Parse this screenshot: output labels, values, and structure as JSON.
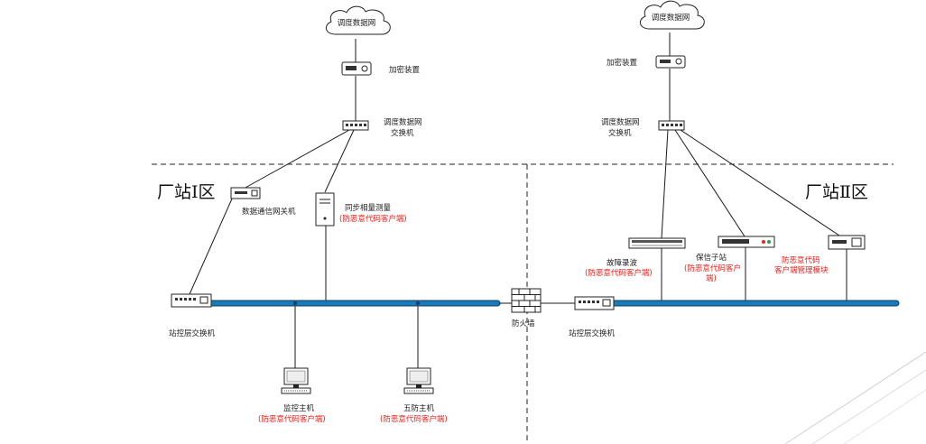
{
  "colors": {
    "bus": "#1c79b8",
    "annotation_red": "#e8231c",
    "line": "#1a1a1a"
  },
  "left": {
    "cloud_label": "调度数据网",
    "encrypt_label": "加密装置",
    "dispatch_switch_label": [
      "调度数据网",
      "交换机"
    ],
    "zone_label": "厂站Ⅰ区",
    "gateway_label": "数据通信网关机",
    "pmu_label": "同步相量测量",
    "pmu_note": "(防恶意代码客户端)",
    "station_switch_label": "站控层交换机",
    "monitor_host_label": "监控主机",
    "monitor_host_note": "(防恶意代码客户端)",
    "wufang_host_label": "五防主机",
    "wufang_host_note": "(防恶意代码客户端)"
  },
  "firewall_label": "防火墙",
  "right": {
    "cloud_label": "调度数据网",
    "encrypt_label": "加密装置",
    "dispatch_switch_label": [
      "调度数据网",
      "交换机"
    ],
    "zone_label": "厂站Ⅱ区",
    "fault_recorder_label": "故障录波",
    "fault_recorder_note": "(防恶意代码客户端)",
    "relay_substation_label": "保信子站",
    "relay_substation_note": [
      "(防恶意代码客户",
      "端)"
    ],
    "av_manager_note": [
      "防恶意代码",
      "客户端管理模块"
    ],
    "station_switch_label": "站控层交换机"
  },
  "icons": [
    "cloud-icon",
    "encryption-device-icon",
    "network-switch-icon",
    "gateway-icon",
    "server-tower-icon",
    "monitor-icon",
    "firewall-icon",
    "rack-device-icon"
  ]
}
